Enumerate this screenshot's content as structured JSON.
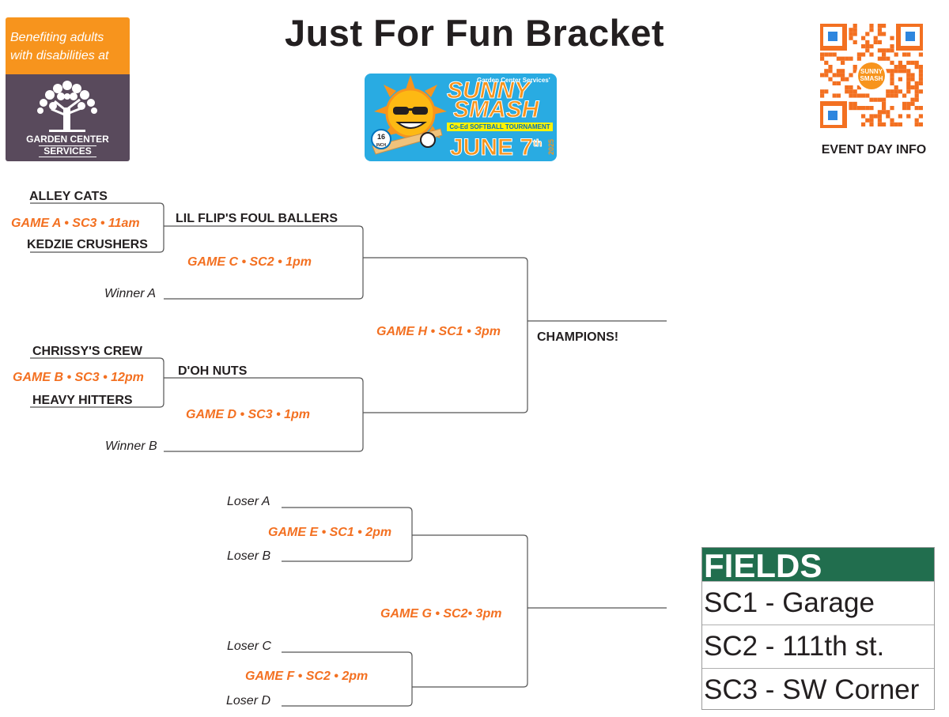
{
  "title": "Just For Fun Bracket",
  "sponsor": {
    "tagline_line1": "Benefiting adults",
    "tagline_line2": "with disabilities at",
    "org_line1": "GARDEN CENTER",
    "org_line2": "SERVICES"
  },
  "event_logo": {
    "presenter": "Garden Center Services'",
    "name_line1": "SUNNY",
    "name_line2": "SMASH",
    "subtitle": "Co-Ed SOFTBALL TOURNAMENT",
    "date": "JUNE 7",
    "date_suffix": "th",
    "year": "2025",
    "size_value": "16",
    "size_unit": "INCH"
  },
  "qr": {
    "caption": "EVENT DAY INFO",
    "center_line1": "SUNNY",
    "center_line2": "SMASH"
  },
  "bracket": {
    "game_a": {
      "team1": "ALLEY CATS",
      "label": "GAME A • SC3 • 11am",
      "team2": "KEDZIE CRUSHERS"
    },
    "game_b": {
      "team1": "CHRISSY'S CREW",
      "label": "GAME B • SC3 • 12pm",
      "team2": "HEAVY HITTERS"
    },
    "game_c": {
      "team1": "LIL FLIP'S FOUL BALLERS",
      "label": "GAME C • SC2 • 1pm",
      "team2": "Winner A"
    },
    "game_d": {
      "team1": "D'OH NUTS",
      "label": "GAME D • SC3 • 1pm",
      "team2": "Winner B"
    },
    "game_h": {
      "label": "GAME H • SC1 • 3pm",
      "result": "CHAMPIONS!"
    },
    "game_e": {
      "team1": "Loser A",
      "label": "GAME E • SC1 • 2pm",
      "team2": "Loser B"
    },
    "game_f": {
      "team1": "Loser C",
      "label": "GAME F • SC2 • 2pm",
      "team2": "Loser D"
    },
    "game_g": {
      "label": "GAME G • SC2• 3pm"
    }
  },
  "fields": {
    "header": "FIELDS",
    "rows": [
      "SC1 - Garage",
      "SC2 - 111th st.",
      "SC3 - SW Corner"
    ]
  },
  "colors": {
    "game_label": "#f37021",
    "sponsor_top": "#f7941d",
    "sponsor_bottom": "#594a5c",
    "fields_header": "#216e4e",
    "logo_bg": "#29abe2"
  }
}
